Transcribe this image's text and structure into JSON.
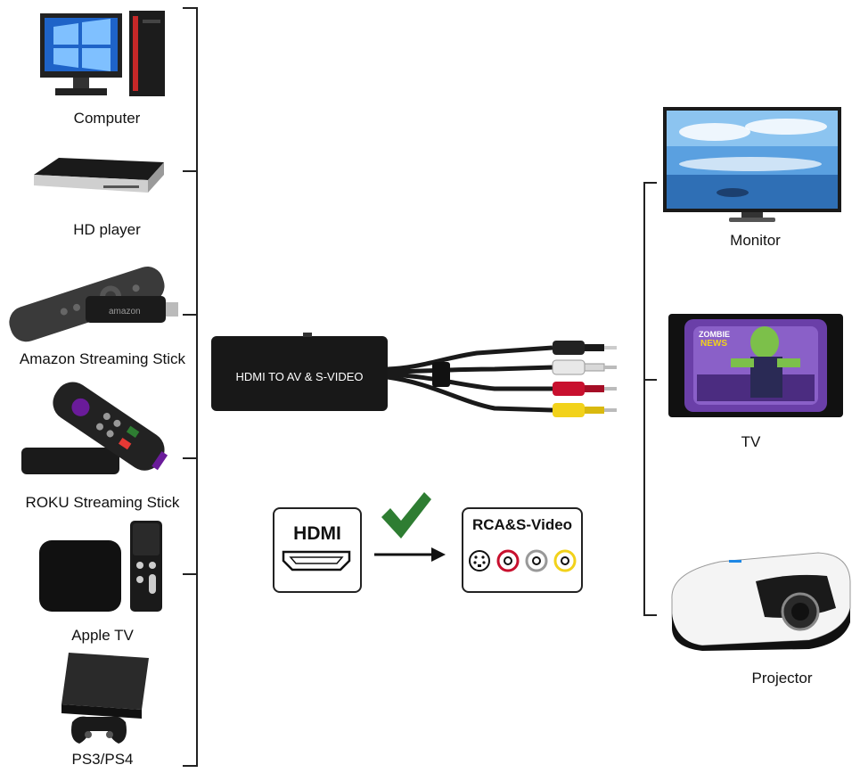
{
  "sources": [
    {
      "label": "Computer",
      "icon": "computer-icon"
    },
    {
      "label": "HD player",
      "icon": "hd-player-icon"
    },
    {
      "label": "Amazon Streaming Stick",
      "icon": "amazon-streaming-stick-icon"
    },
    {
      "label": "ROKU Streaming Stick",
      "icon": "roku-streaming-stick-icon"
    },
    {
      "label": "Apple TV",
      "icon": "apple-tv-icon"
    },
    {
      "label": "PS3/PS4",
      "icon": "playstation-icon"
    }
  ],
  "device": {
    "label": "HDMI TO AV & S-VIDEO",
    "brand_mini": "amazon"
  },
  "conversion": {
    "input_label": "HDMI",
    "output_label": "RCA&S-Video"
  },
  "outputs": [
    {
      "label": "Monitor",
      "icon": "monitor-icon"
    },
    {
      "label": "TV",
      "icon": "tv-icon"
    },
    {
      "label": "Projector",
      "icon": "projector-icon"
    }
  ],
  "tv_screen_text": {
    "line1": "ZOMBIE",
    "line2": "NEWS"
  },
  "colors": {
    "cable_black": "#1a1a1a",
    "rca_white": "#e8e8e8",
    "rca_red": "#c8102e",
    "rca_yellow": "#f2d21b",
    "check_green": "#2e7d32"
  }
}
